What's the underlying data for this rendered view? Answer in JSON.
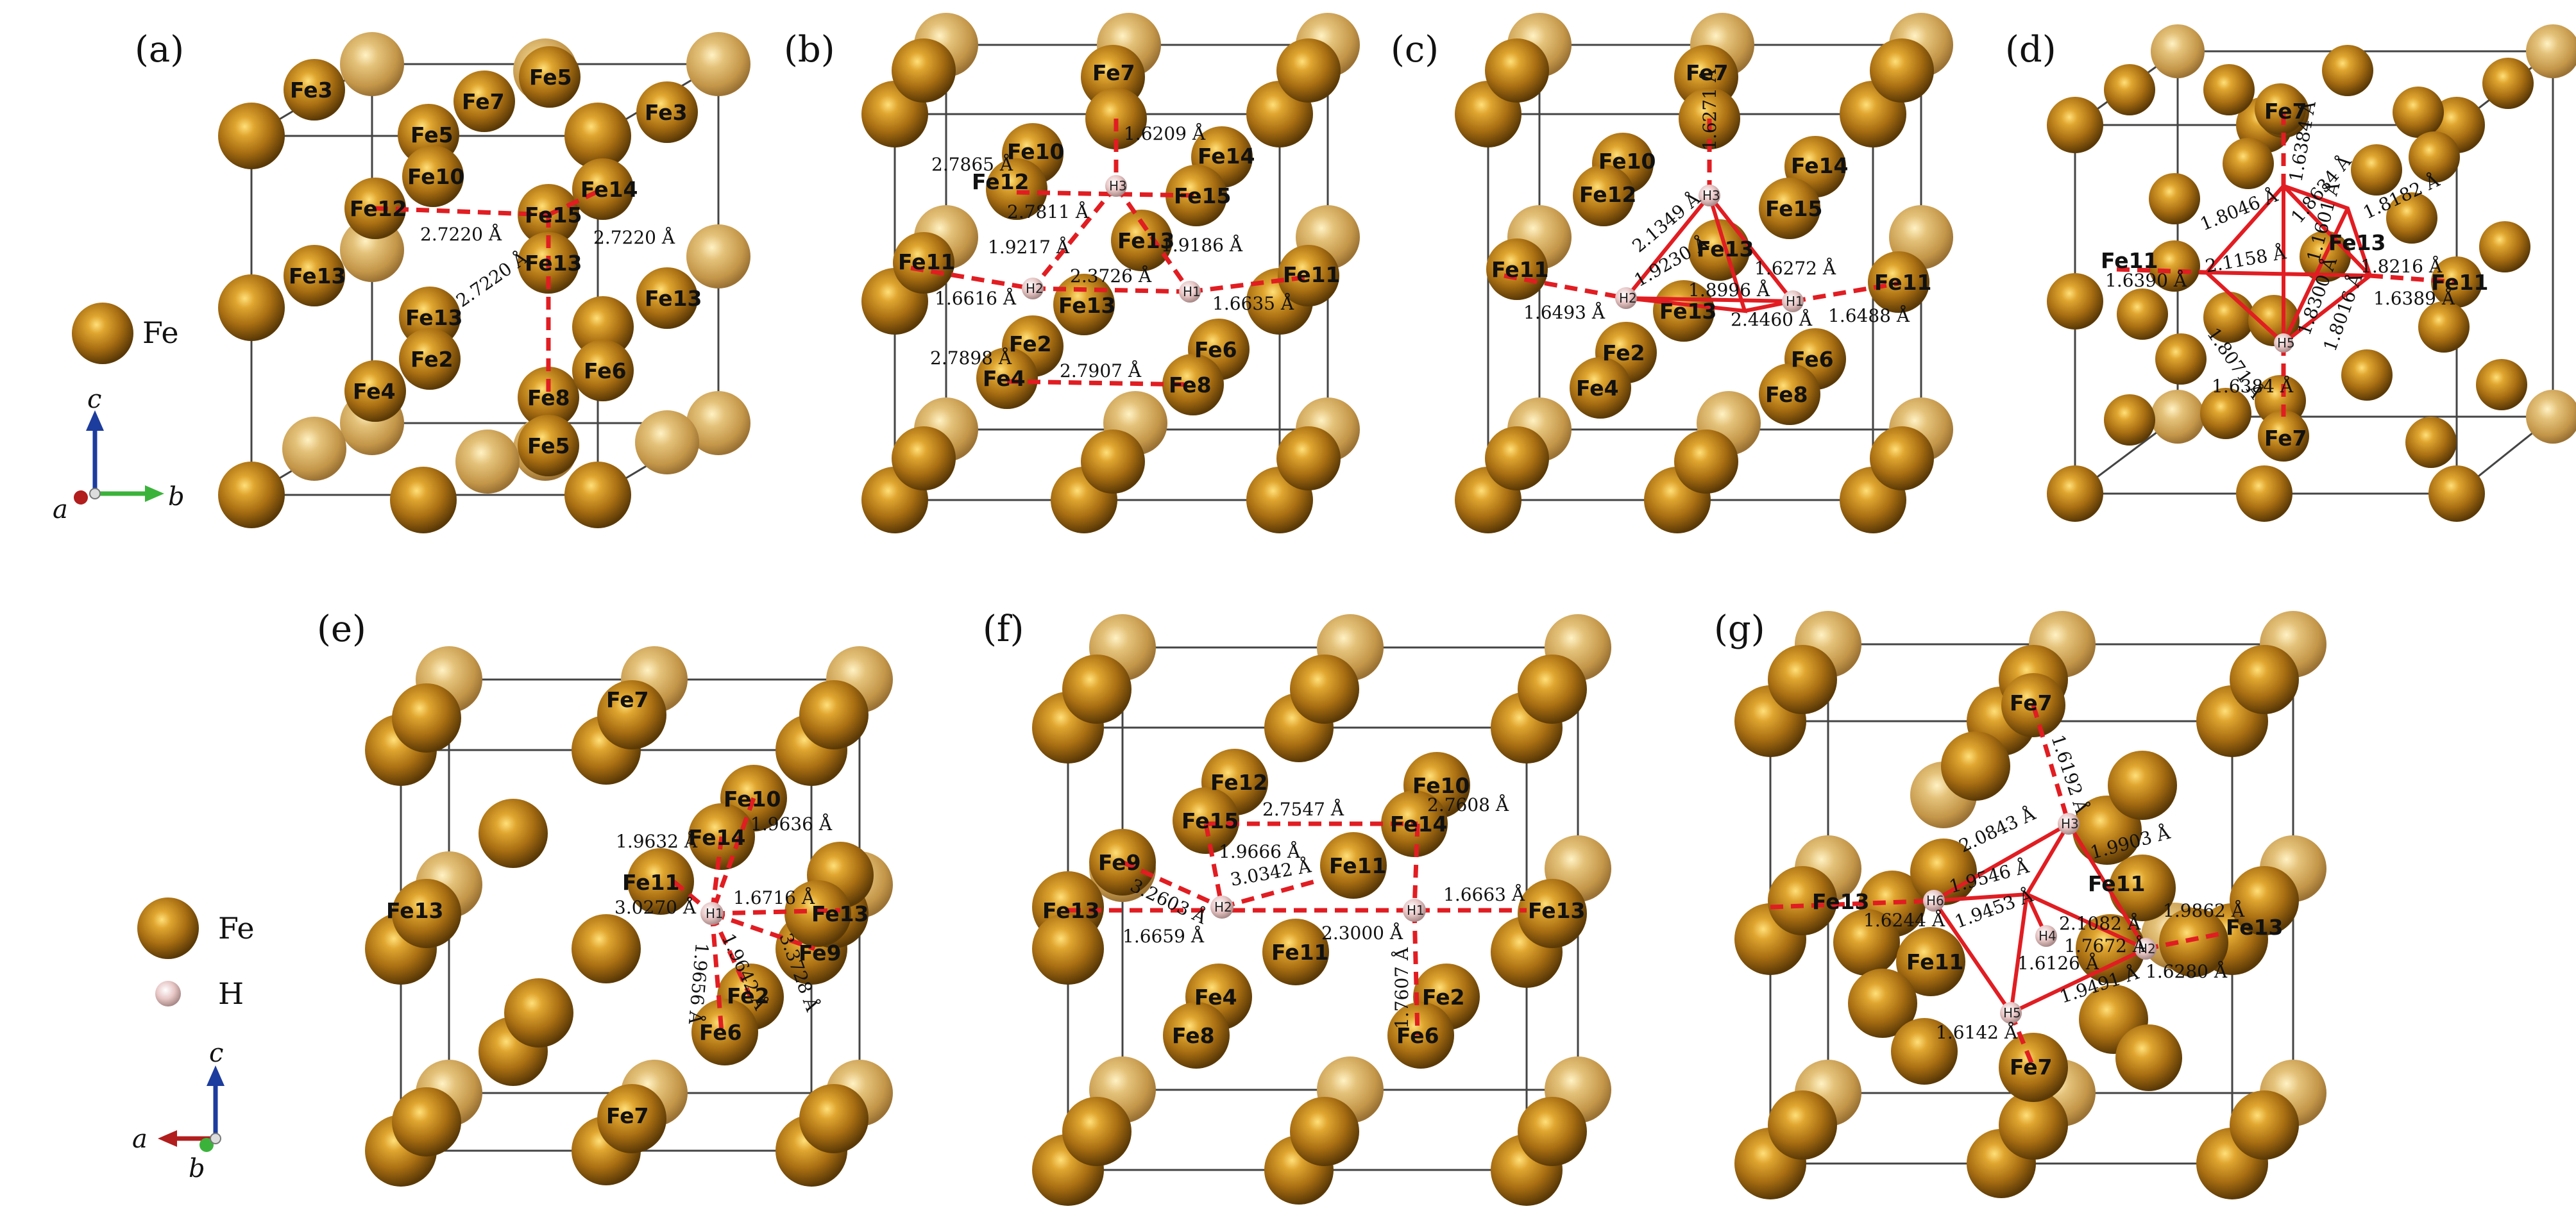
{
  "legend_top": {
    "fe_label": "Fe"
  },
  "legend_bottom": {
    "fe_label": "Fe",
    "h_label": "H"
  },
  "axes_top": {
    "c": "c",
    "a": "a",
    "b": "b"
  },
  "axes_bottom": {
    "c": "c",
    "a": "a",
    "b": "b"
  },
  "colors": {
    "fe": "#b07d1c",
    "h": "#e8c9c9",
    "bond": "#e11d22",
    "cube": "#444444"
  },
  "panels": [
    {
      "letter": "(a)",
      "fe_labels": [
        "Fe3",
        "Fe5",
        "Fe7",
        "Fe3",
        "Fe5",
        "Fe10",
        "Fe12",
        "Fe15",
        "Fe14",
        "Fe13",
        "Fe13",
        "Fe13",
        "Fe13",
        "Fe2",
        "Fe4",
        "Fe8",
        "Fe6",
        "Fe5"
      ],
      "h_labels": [],
      "distances": [
        "2.7220 Å",
        "2.7220 Å",
        "2.7220 Å"
      ]
    },
    {
      "letter": "(b)",
      "fe_labels": [
        "Fe7",
        "Fe10",
        "Fe12",
        "Fe14",
        "Fe15",
        "Fe13",
        "Fe11",
        "Fe11",
        "Fe13",
        "Fe2",
        "Fe4",
        "Fe6",
        "Fe8"
      ],
      "h_labels": [
        "H3",
        "H2",
        "H1"
      ],
      "distances": [
        "1.6209 Å",
        "2.7865 Å",
        "2.7811 Å",
        "1.9217 Å",
        "1.9186 Å",
        "2.3726 Å",
        "1.6616 Å",
        "1.6635 Å",
        "2.7898 Å",
        "2.7907 Å"
      ]
    },
    {
      "letter": "(c)",
      "fe_labels": [
        "Fe7",
        "Fe10",
        "Fe12",
        "Fe14",
        "Fe15",
        "Fe13",
        "Fe11",
        "Fe11",
        "Fe13",
        "Fe2",
        "Fe4",
        "Fe6",
        "Fe8"
      ],
      "h_labels": [
        "H3",
        "H2",
        "H1"
      ],
      "distances": [
        "1.6271 Å",
        "2.1349 Å",
        "1.9230 Å",
        "1.6272 Å",
        "1.8996 Å",
        "2.4460 Å",
        "1.6493 Å",
        "1.6488 Å"
      ]
    },
    {
      "letter": "(d)",
      "fe_labels": [
        "Fe7",
        "Fe13",
        "Fe11",
        "Fe11",
        "Fe7"
      ],
      "h_labels": [
        "H5"
      ],
      "distances": [
        "1.6384 Å",
        "1.8046 Å",
        "1.8634 Å",
        "1.8182 Å",
        "2.1158 Å",
        "1.1601 Å",
        "1.8216 Å",
        "1.6390 Å",
        "1.8071 Å",
        "1.8300 Å",
        "1.6389 Å",
        "1.8016 Å",
        "1.6384 Å"
      ]
    },
    {
      "letter": "(e)",
      "fe_labels": [
        "Fe7",
        "Fe10",
        "Fe14",
        "Fe11",
        "Fe13",
        "Fe13",
        "Fe9",
        "Fe2",
        "Fe6",
        "Fe7"
      ],
      "h_labels": [
        "H1"
      ],
      "distances": [
        "1.9632 Å",
        "1.9636 Å",
        "3.0270 Å",
        "1.6716 Å",
        "3.3728 Å",
        "1.9656 Å",
        "1.9642 Å"
      ]
    },
    {
      "letter": "(f)",
      "fe_labels": [
        "Fe12",
        "Fe10",
        "Fe15",
        "Fe14",
        "Fe9",
        "Fe11",
        "Fe13",
        "Fe13",
        "Fe11",
        "Fe4",
        "Fe8",
        "Fe2",
        "Fe6"
      ],
      "h_labels": [
        "H2",
        "H1"
      ],
      "distances": [
        "2.7547 Å",
        "2.7608 Å",
        "1.9666 Å",
        "3.2603 Å",
        "3.0342 Å",
        "1.6663 Å",
        "1.6659 Å",
        "2.3000 Å",
        "1.7607 Å"
      ]
    },
    {
      "letter": "(g)",
      "fe_labels": [
        "Fe7",
        "Fe11",
        "Fe13",
        "Fe11",
        "Fe13",
        "Fe7"
      ],
      "h_labels": [
        "H6",
        "H3",
        "H4",
        "H2",
        "H5"
      ],
      "distances": [
        "1.6192 Å",
        "2.0843 Å",
        "1.9903 Å",
        "1.9546 Å",
        "1.6244 Å",
        "1.9453 Å",
        "2.1082 Å",
        "1.9862 Å",
        "1.6126 Å",
        "1.7672 Å",
        "1.6280 Å",
        "1.9491 Å",
        "1.6142 Å"
      ]
    }
  ]
}
